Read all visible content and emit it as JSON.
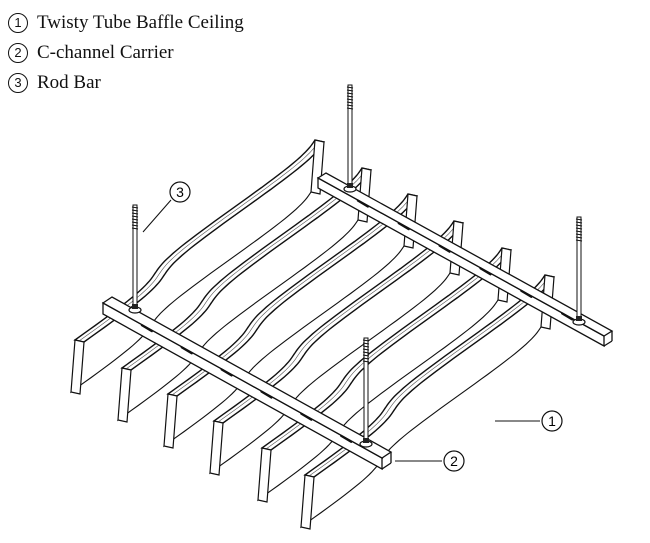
{
  "legend": [
    {
      "number": "1",
      "label": "Twisty Tube Baffle Ceiling"
    },
    {
      "number": "2",
      "label": "C-channel Carrier"
    },
    {
      "number": "3",
      "label": "Rod Bar"
    }
  ],
  "callouts": [
    {
      "number": "1"
    },
    {
      "number": "2"
    },
    {
      "number": "3"
    }
  ]
}
